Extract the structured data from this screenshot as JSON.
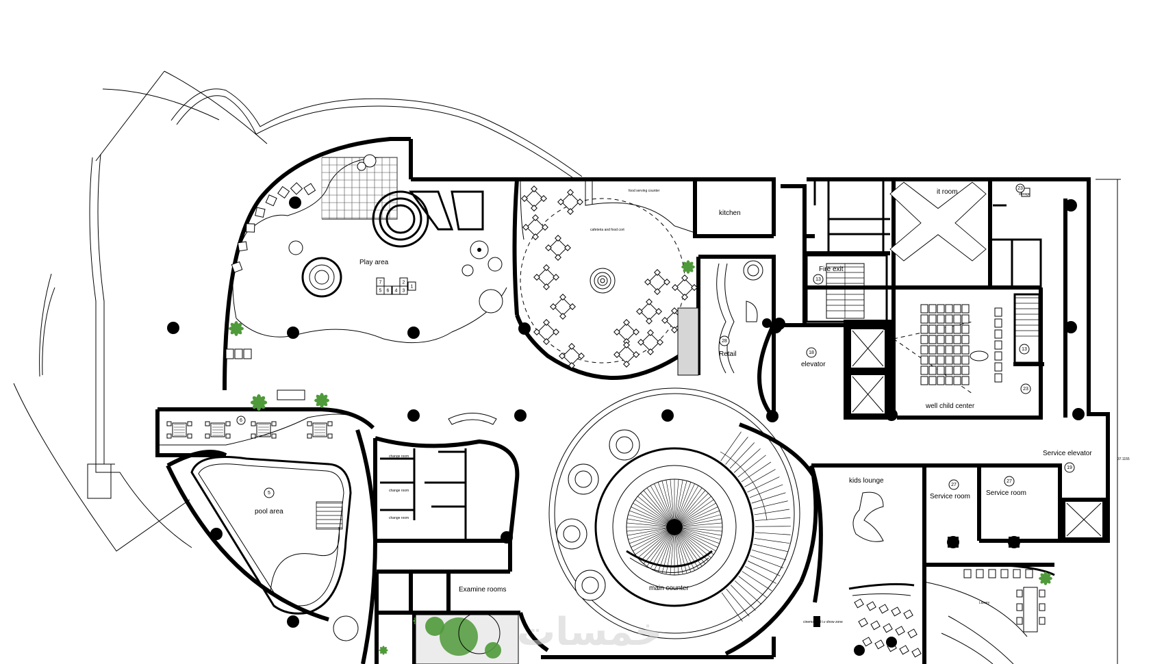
{
  "plan": {
    "rooms": {
      "play_area": "Play area",
      "cafeteria": "cafeteria and food cort",
      "food_counter": "food serving counter",
      "kitchen": "kitchen",
      "it_room": "it room",
      "storage": "storage",
      "fire_exit": "Fire exit",
      "retail": "Retail",
      "elevator": "elevator",
      "well_child": "well child center",
      "service_elevator": "Service elevator",
      "service_room_1": "Service room",
      "service_room_2": "Service room",
      "kids_lounge": "kids lounge",
      "pool_area": "pool area",
      "main_counter": "main counter",
      "examine_rooms": "Examine rooms",
      "change_room_1": "change room",
      "change_room_2": "change room",
      "change_room_3": "change room",
      "cinema": "cinema and t.v show zone",
      "library": "Library"
    },
    "numbers": {
      "storage": "23",
      "fire_exit": "13",
      "retail": "28",
      "elevator": "18",
      "stair_a": "13",
      "stair_b": "23",
      "service_elevator": "19",
      "service_room_1": "27",
      "service_room_2": "27",
      "pool_area": "5",
      "seating": "6"
    },
    "hopscotch": [
      "7",
      "5",
      "6",
      "4",
      "3",
      "2",
      "1"
    ],
    "dimension": "37.1155",
    "watermark": "خمسات",
    "colors": {
      "wall": "#000000",
      "plant": "#4f9a3a",
      "background": "#ffffff",
      "watermark": "#cfcfcf"
    }
  }
}
